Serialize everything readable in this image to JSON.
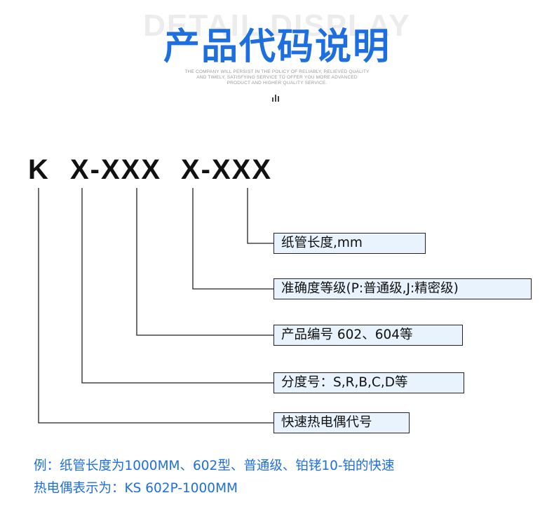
{
  "header": {
    "watermark": "DETAIL DISPLAY",
    "title": "产品代码说明",
    "tagline": [
      "THE COMPANY WILL PERSIST IN THE POLICY OF RELIABLY, RELIEVED QUALITY",
      "AND TIMELY, SATISFYING SERVICE TO OFFER YOU MORE ADVANCED",
      "PRODUCT AND HIGHER QUALITY SERVICE."
    ]
  },
  "code": {
    "segment1": "K",
    "segment2": "X-XXX",
    "segment3": "X-XXX"
  },
  "labels": {
    "paper_tube_length": "纸管长度,mm",
    "accuracy_grade": "准确度等级(P:普通级,J:精密级)",
    "product_number": "产品编号 602、604等",
    "graduation": "分度号：S,R,B,C,D等",
    "fast_thermocouple_code": "快速热电偶代号"
  },
  "example": {
    "line1": "例：纸管长度为1000MM、602型、普通级、铂铑10-铂的快速",
    "line2": "热电偶表示为：KS 602P-1000MM"
  },
  "colors": {
    "accent": "#1d6fe0",
    "box_fill": "#e8f3fd",
    "line": "#222222"
  }
}
